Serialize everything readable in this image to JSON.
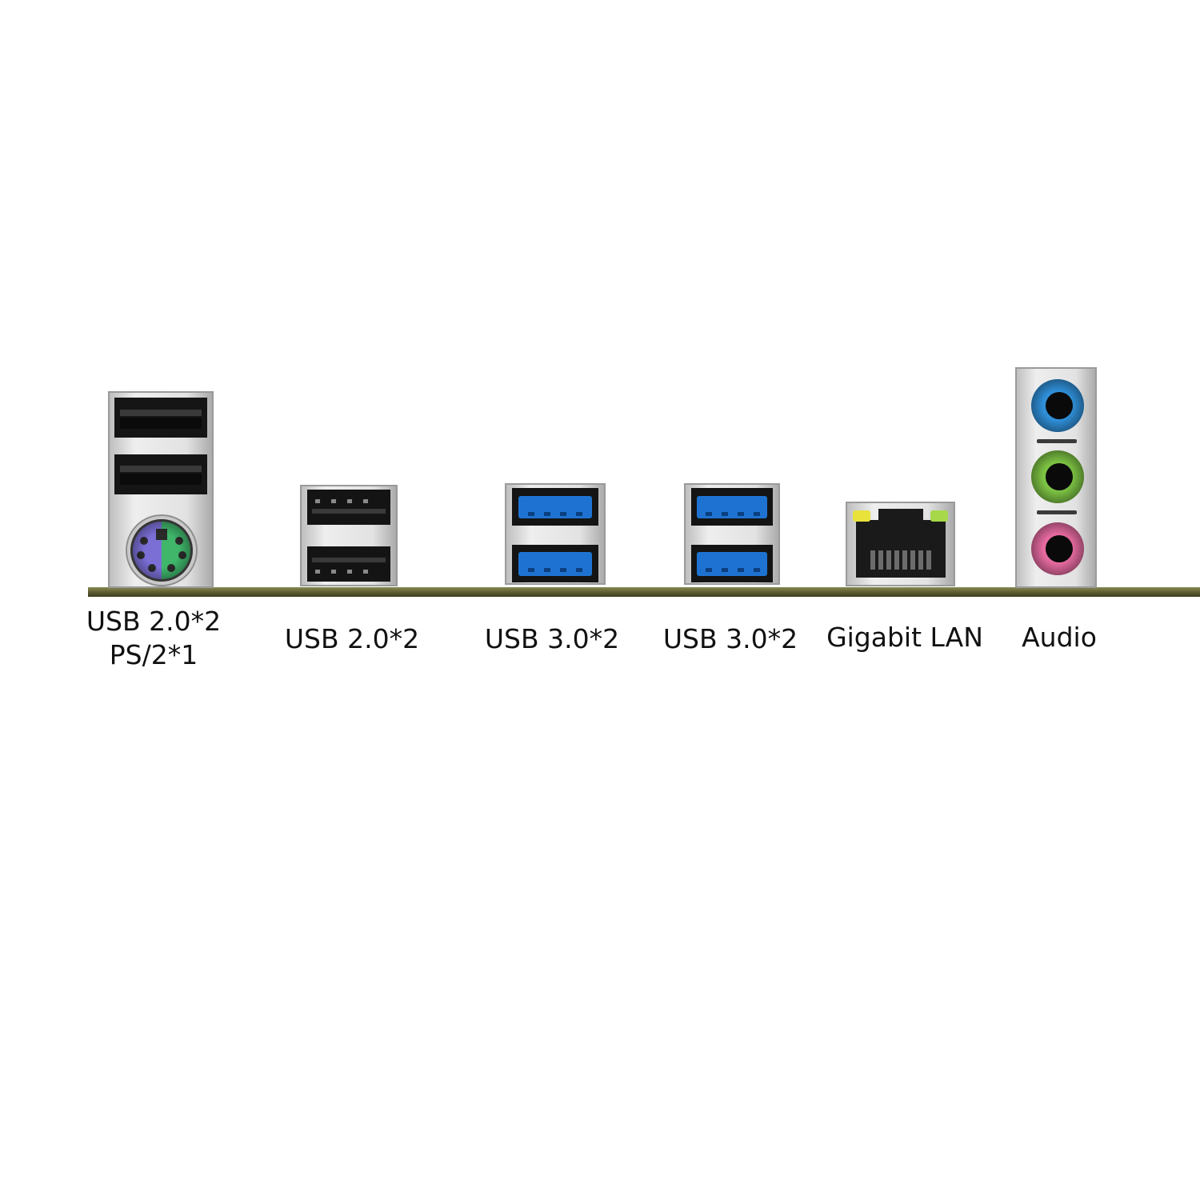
{
  "colors": {
    "background": "#ffffff",
    "pcb_edge": "#6b6b3a",
    "usb2_insert": "#1a1a1a",
    "usb3_insert": "#1e73d2",
    "ps2_keyboard": "#7b6fd6",
    "ps2_mouse": "#3fb66a",
    "audio_line_in": "#2f8fd8",
    "audio_line_out": "#7cc243",
    "audio_mic": "#e56aa0",
    "lan_led_left": "#e8e23a",
    "lan_led_right": "#a6d84a",
    "shield_metal": "#d8d8d8"
  },
  "ports": [
    {
      "id": "usb2-ps2",
      "label_lines": [
        "USB 2.0*2",
        "PS/2*1"
      ]
    },
    {
      "id": "usb2",
      "label_lines": [
        "USB 2.0*2"
      ]
    },
    {
      "id": "usb3-a",
      "label_lines": [
        "USB 3.0*2"
      ]
    },
    {
      "id": "usb3-b",
      "label_lines": [
        "USB 3.0*2"
      ]
    },
    {
      "id": "lan",
      "label_lines": [
        "Gigabit LAN"
      ]
    },
    {
      "id": "audio",
      "label_lines": [
        "Audio"
      ]
    }
  ]
}
